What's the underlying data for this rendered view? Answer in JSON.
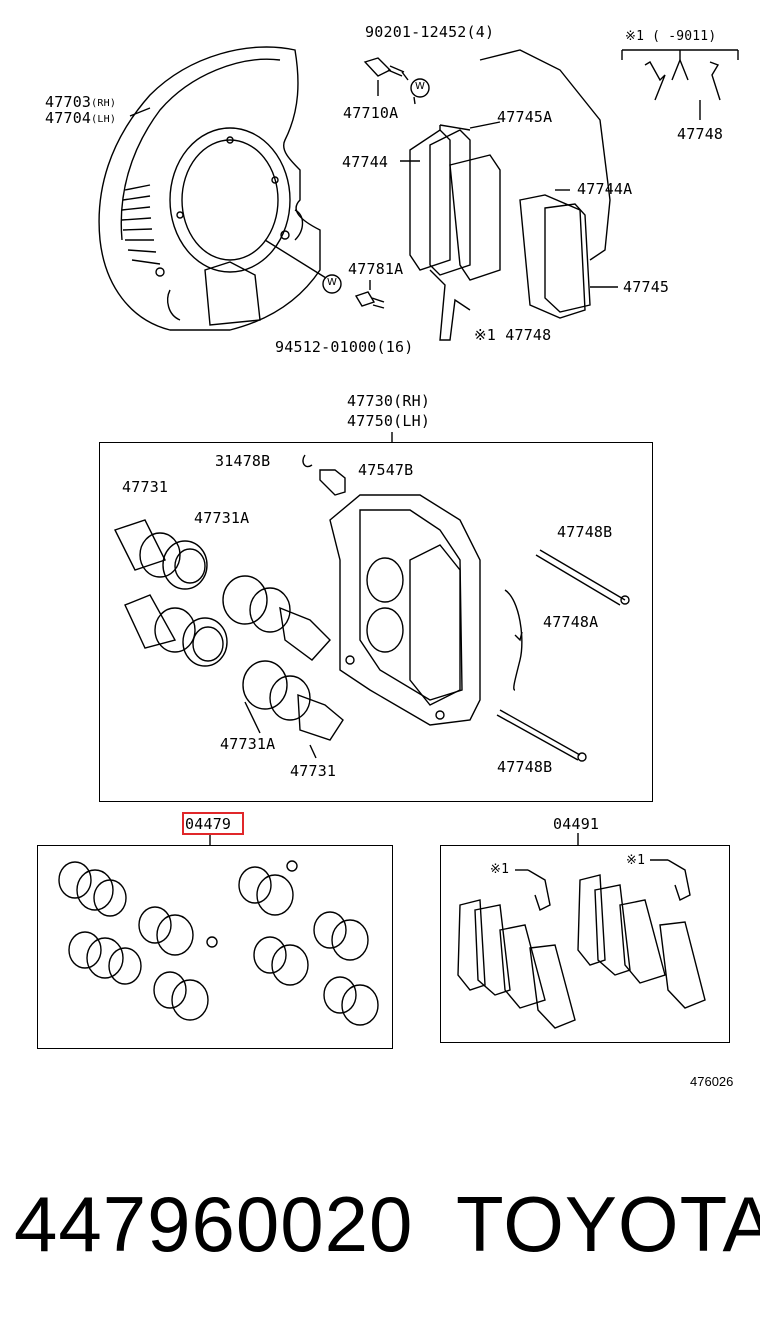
{
  "labels": {
    "l47703": "47703",
    "l47703_sub": "(RH)",
    "l47704": "47704",
    "l47704_sub": "(LH)",
    "l90201": "90201-12452(4)",
    "l47710A": "47710A",
    "l47745A": "47745A",
    "l47744": "47744",
    "l47744A": "47744A",
    "l47745": "47745",
    "l47781A": "47781A",
    "l94512": "94512-01000(16)",
    "l47748_pad": "※1 47748",
    "l_note": "※1 (    -9011)",
    "l47748_top": "47748",
    "l47730": "47730(RH)",
    "l47750": "47750(LH)",
    "l31478B": "31478B",
    "l47547B": "47547B",
    "l47731_a": "47731",
    "l47731A_a": "47731A",
    "l47748B_a": "47748B",
    "l47748A": "47748A",
    "l47731A_b": "47731A",
    "l47731_b": "47731",
    "l47748B_b": "47748B",
    "l04479": "04479",
    "l04491": "04491",
    "l_mark1": "※1",
    "l_mark2": "※1",
    "washer_mark": "W"
  },
  "figure_number": "476026",
  "bottom": {
    "part_number": "447960020",
    "brand": "TOYOTA"
  },
  "colors": {
    "highlight": "#e0272a",
    "ink": "#000000",
    "background": "#ffffff"
  }
}
